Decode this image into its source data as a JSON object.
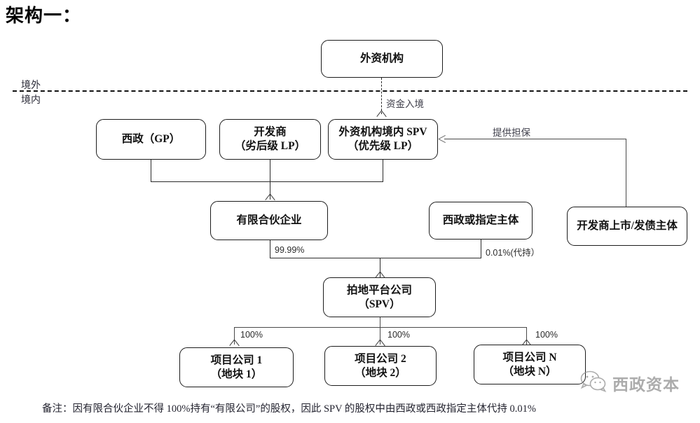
{
  "title": "架构一：",
  "boundary": {
    "above_label": "境外",
    "below_label": "境内"
  },
  "nodes": {
    "foreign_institution": {
      "line1": "外资机构"
    },
    "xizheng_gp": {
      "line1": "西政（GP）"
    },
    "developer_lp": {
      "line1": "开发商",
      "line2": "（劣后级 LP）"
    },
    "onshore_spv": {
      "line1": "外资机构境内 SPV",
      "line2": "（优先级 LP）"
    },
    "limited_partnership": {
      "line1": "有限合伙企业"
    },
    "xizheng_designated": {
      "line1": "西政或指定主体"
    },
    "developer_listed": {
      "line1": "开发商上市/发债主体"
    },
    "land_platform": {
      "line1": "拍地平台公司",
      "line2": "（SPV）"
    },
    "project_company_1": {
      "line1": "项目公司 1",
      "line2": "（地块 1）"
    },
    "project_company_2": {
      "line1": "项目公司 2",
      "line2": "（地块 2）"
    },
    "project_company_n": {
      "line1": "项目公司 N",
      "line2": "（地块 N）"
    }
  },
  "edges": {
    "capital_inflow": "资金入境",
    "provide_guarantee": "提供担保",
    "lp_stake": "99.99%",
    "nominee_stake": "0.01%(代持）",
    "platform_to_pc1": "100%",
    "platform_to_pc2": "100%",
    "platform_to_pcn": "100%"
  },
  "footnote": "备注：因有限合伙企业不得 100%持有“有限公司”的股权，因此 SPV 的股权中由西政或西政指定主体代持 0.01%",
  "watermark": {
    "text": "西政资本",
    "icon": "wechat-icon"
  },
  "colors": {
    "box_border": "#1c1c1c",
    "connector": "#4a4a4a",
    "text": "#111111",
    "watermark": "#8d8d8d"
  }
}
